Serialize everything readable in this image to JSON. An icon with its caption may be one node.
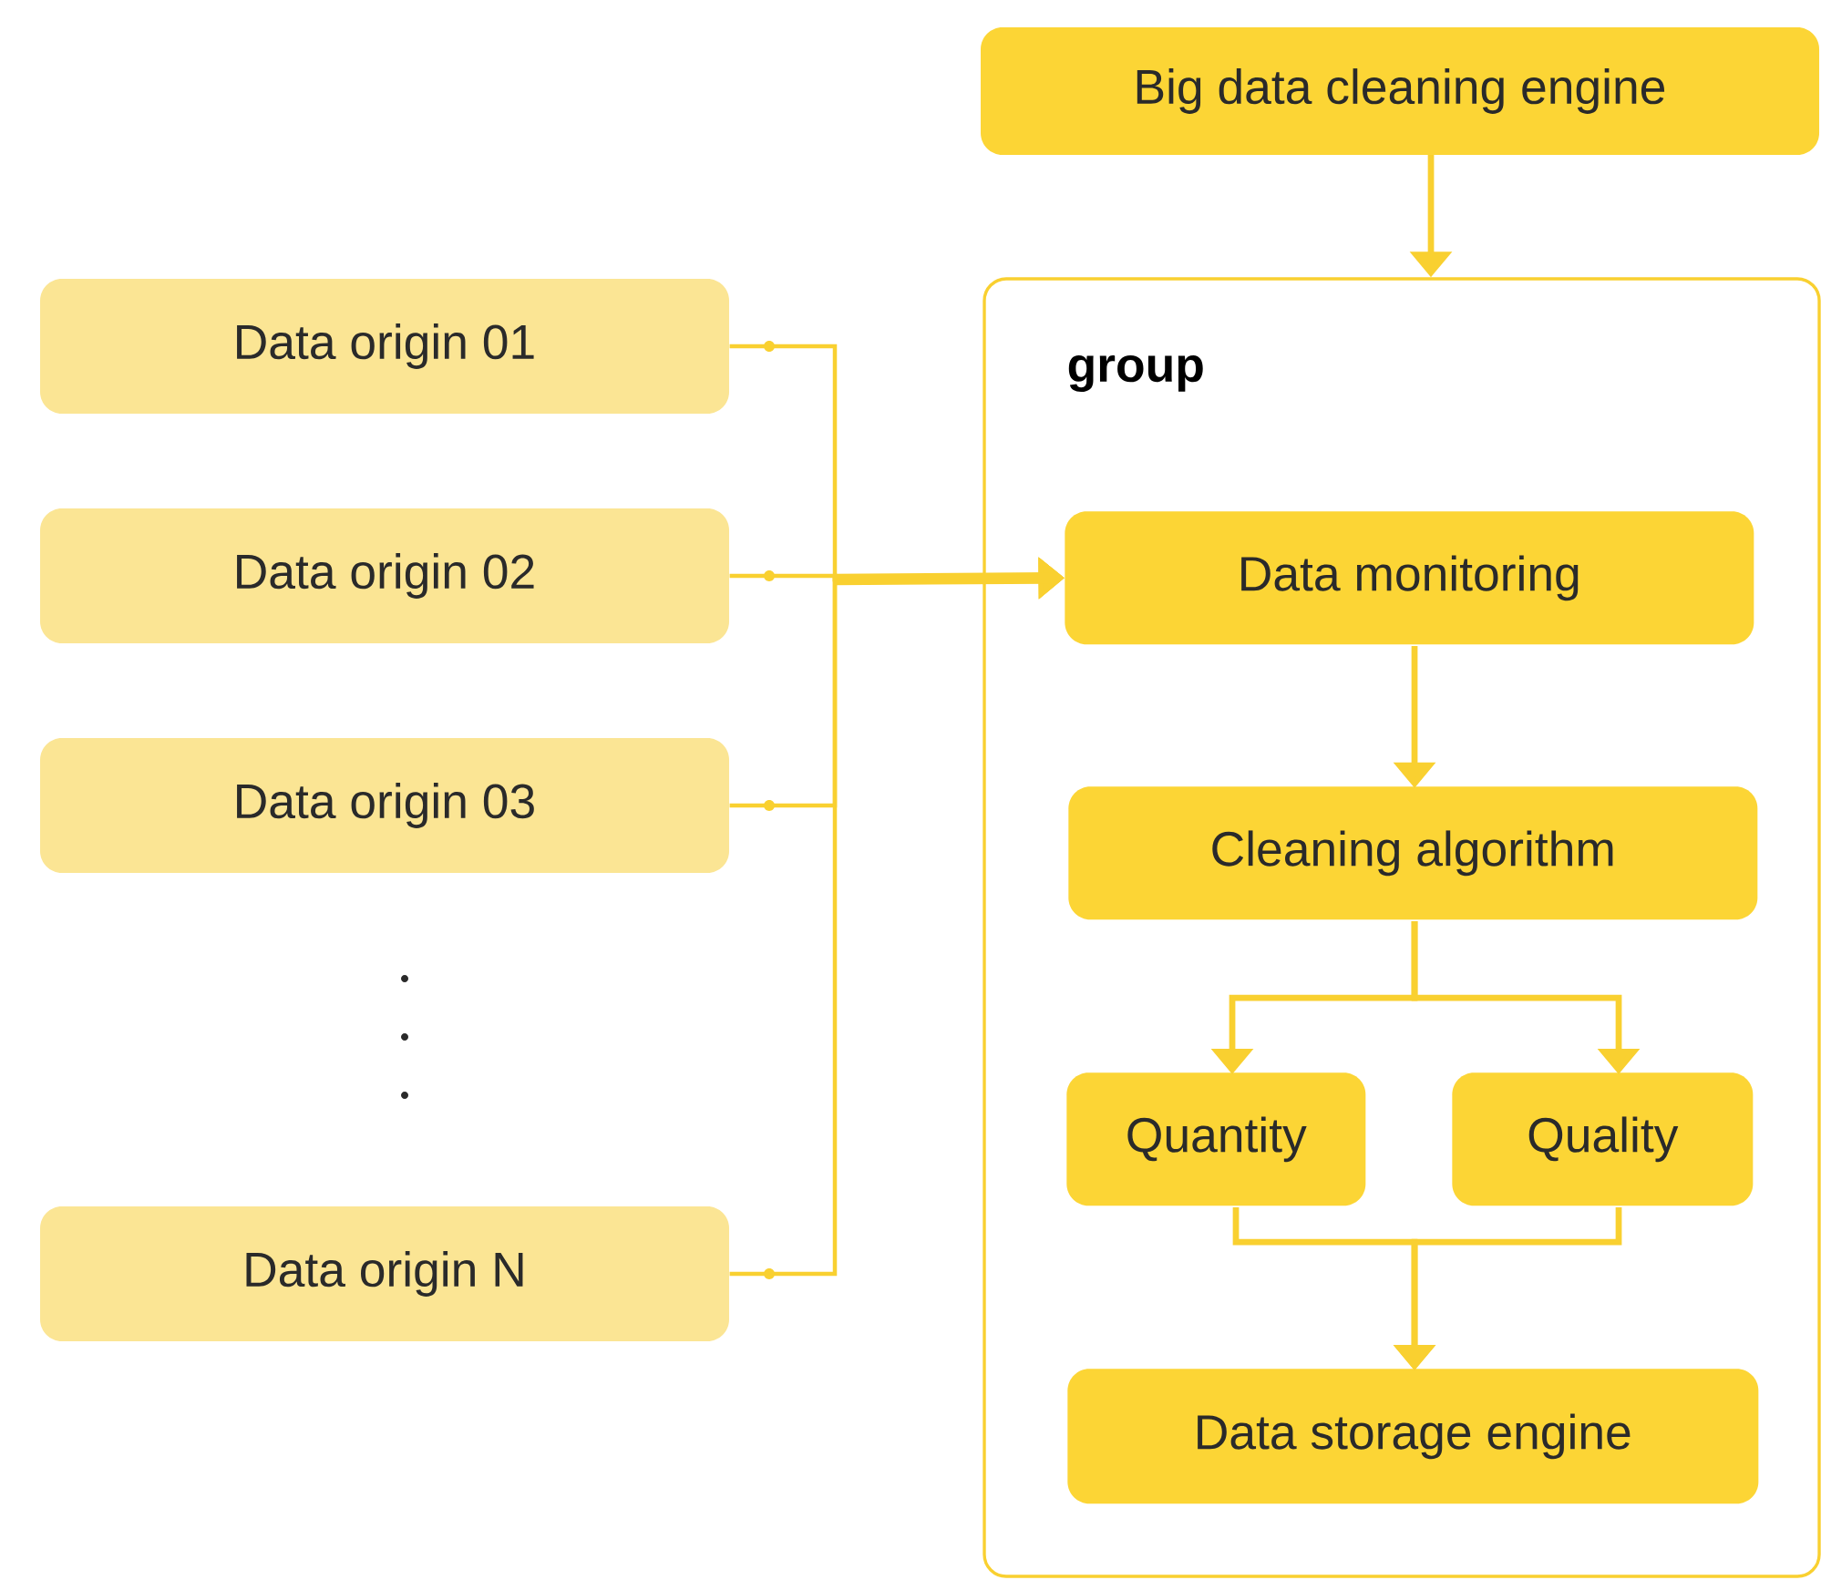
{
  "diagram": {
    "nodes": [
      {
        "text": [
          "Big data cleaning engine"
        ]
      },
      {
        "text": [
          "Data origin 01"
        ]
      },
      {
        "text": [
          "Data origin 02"
        ]
      },
      {
        "text": [
          "Data origin 03"
        ]
      },
      {
        "text": [
          "Data origin N"
        ]
      },
      {
        "text": [
          "group"
        ]
      },
      {
        "text": [
          "Data monitoring"
        ],
        "in": 5
      },
      {
        "text": [
          "Cleaning algorithm"
        ],
        "in": 5
      },
      {
        "text": [
          "Quantity"
        ],
        "in": 5
      },
      {
        "text": [
          "Quality"
        ],
        "in": 5
      },
      {
        "text": [
          "Data storage engine"
        ],
        "in": 5
      }
    ],
    "edges": [
      {
        "from": 0,
        "to": 5,
        "arrow": "to"
      },
      {
        "from": 1,
        "to": 6,
        "arrow": "to"
      },
      {
        "from": 2,
        "to": 6,
        "arrow": "to"
      },
      {
        "from": 3,
        "to": 6,
        "arrow": "to"
      },
      {
        "from": 4,
        "to": 6,
        "arrow": "to"
      },
      {
        "from": 6,
        "to": 7,
        "arrow": "to"
      },
      {
        "from": 7,
        "to": 8,
        "arrow": "to"
      },
      {
        "from": 7,
        "to": 9,
        "arrow": "to"
      },
      {
        "from": 8,
        "to": 10,
        "arrow": "to"
      },
      {
        "from": 9,
        "to": 10,
        "arrow": "to"
      }
    ]
  }
}
